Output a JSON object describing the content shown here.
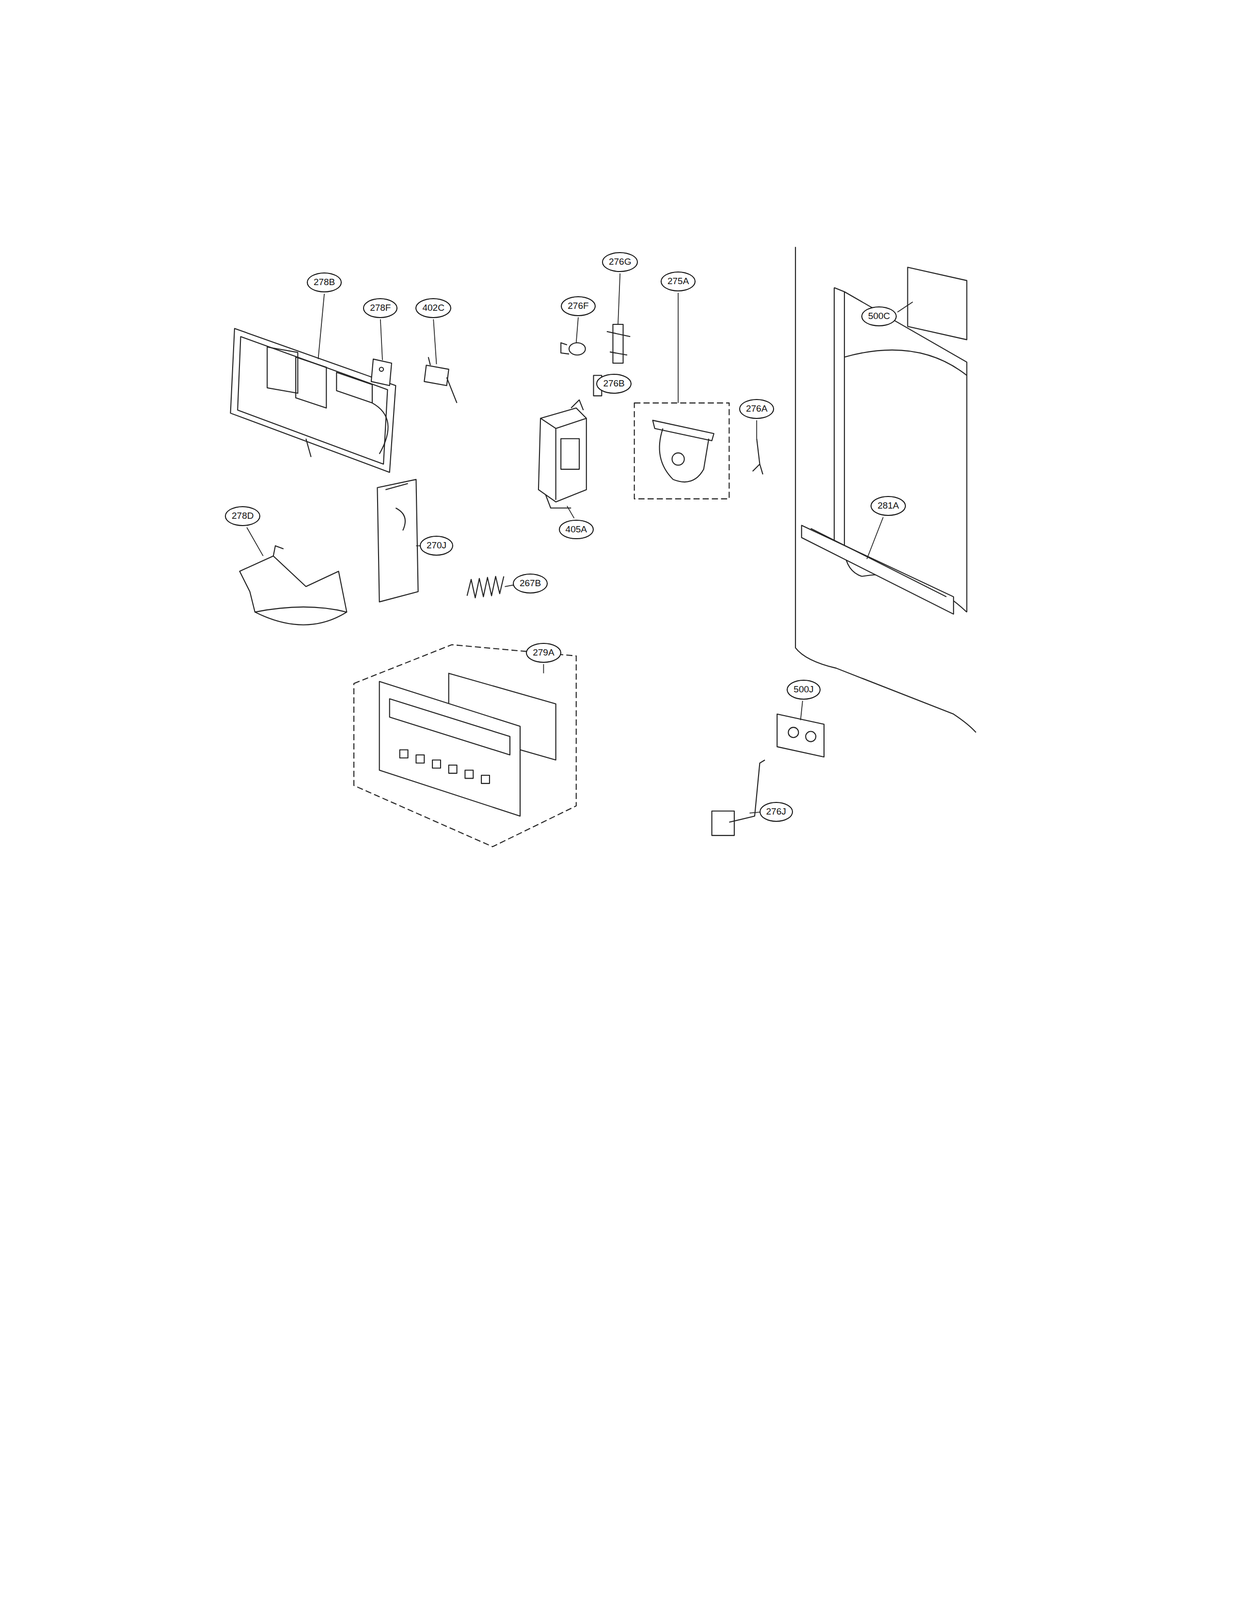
{
  "diagram": {
    "labels": [
      "278B",
      "278F",
      "402C",
      "276F",
      "276G",
      "276B",
      "275A",
      "276A",
      "405A",
      "278D",
      "270J",
      "267B",
      "279A",
      "500C",
      "281A",
      "500J",
      "276J"
    ]
  }
}
